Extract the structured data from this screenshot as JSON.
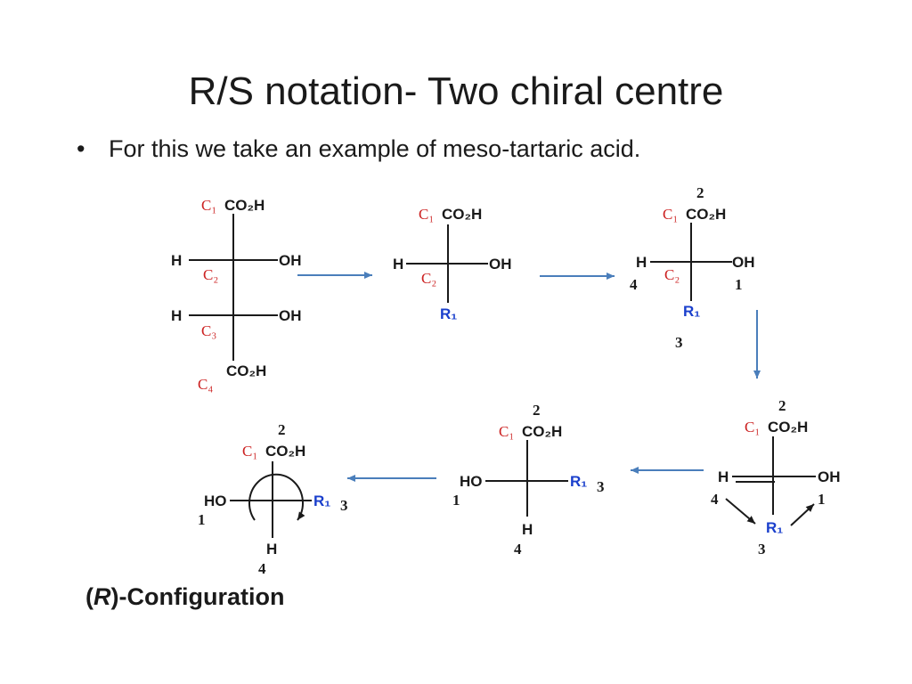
{
  "title": "R/S notation- Two chiral centre",
  "bullet": "For this we take an example of meso-tartaric acid.",
  "config": {
    "open": "(",
    "letter": "R",
    "rest": ")-Configuration"
  },
  "labels": {
    "co2h": "CO₂H",
    "oh": "OH",
    "ho": "HO",
    "h": "H",
    "r1": "R₁",
    "c1": "C₁",
    "c2": "C₂",
    "c3": "C₃",
    "c4": "C₄",
    "p1": "1",
    "p2": "2",
    "p3": "3",
    "p4": "4"
  },
  "colors": {
    "carbon_label": "#cc2222",
    "r_group": "#1a3fcc",
    "arrow": "#4a7ebb",
    "text": "#1a1a1a"
  }
}
